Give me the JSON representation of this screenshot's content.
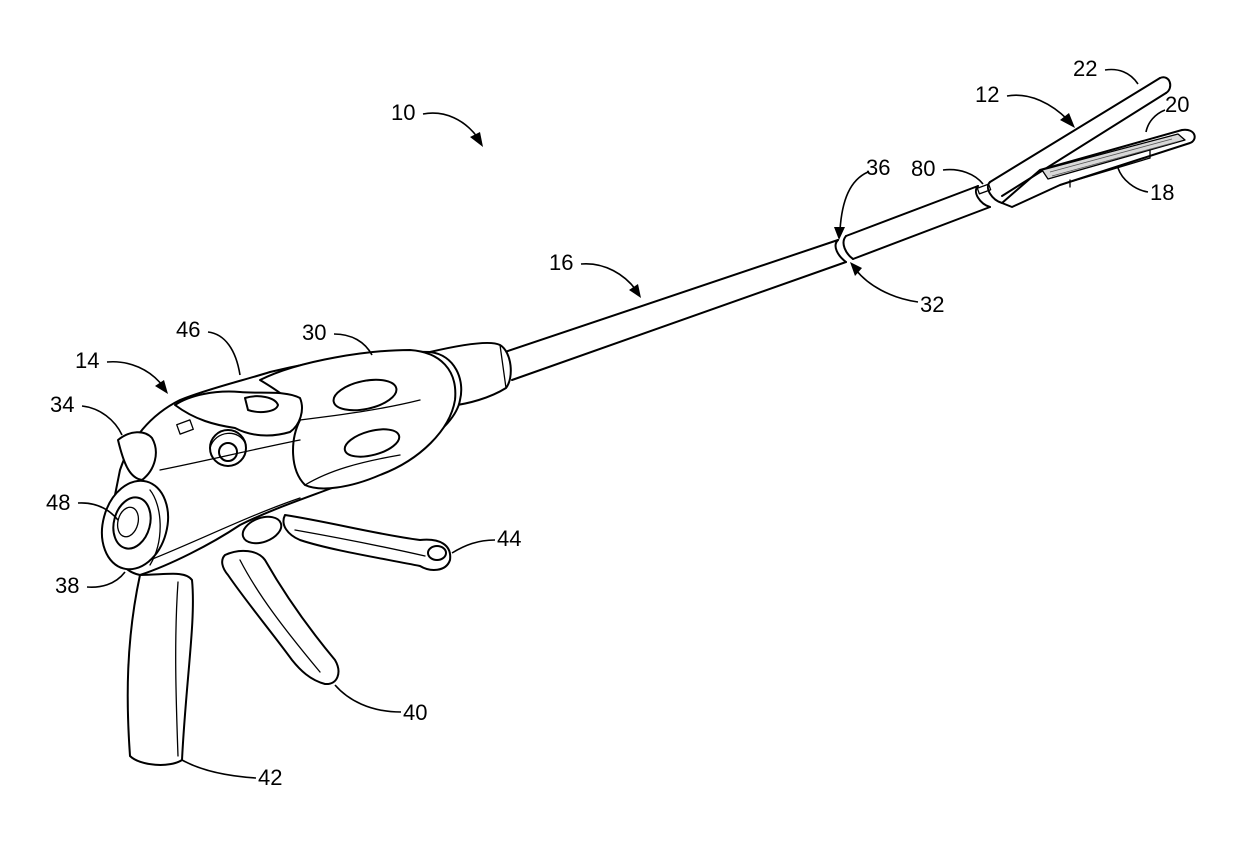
{
  "figure": {
    "labels": {
      "ref_10": "10",
      "ref_12": "12",
      "ref_14": "14",
      "ref_16": "16",
      "ref_18": "18",
      "ref_20": "20",
      "ref_22": "22",
      "ref_30": "30",
      "ref_32": "32",
      "ref_34": "34",
      "ref_36": "36",
      "ref_38": "38",
      "ref_40": "40",
      "ref_42": "42",
      "ref_44": "44",
      "ref_46": "46",
      "ref_48": "48",
      "ref_80": "80"
    }
  }
}
